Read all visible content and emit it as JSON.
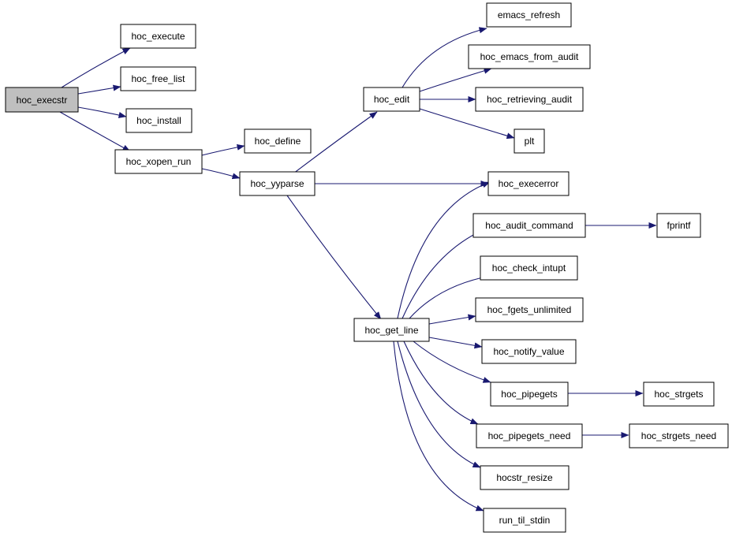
{
  "graph": {
    "edge_color": "#191970",
    "root": "hoc_execstr",
    "nodes": {
      "hoc_execstr": "hoc_execstr",
      "hoc_execute": "hoc_execute",
      "hoc_free_list": "hoc_free_list",
      "hoc_install": "hoc_install",
      "hoc_xopen_run": "hoc_xopen_run",
      "hoc_define": "hoc_define",
      "hoc_yyparse": "hoc_yyparse",
      "hoc_edit": "hoc_edit",
      "emacs_refresh": "emacs_refresh",
      "hoc_emacs_from_audit": "hoc_emacs_from_audit",
      "hoc_retrieving_audit": "hoc_retrieving_audit",
      "plt": "plt",
      "hoc_execerror": "hoc_execerror",
      "hoc_audit_command": "hoc_audit_command",
      "fprintf": "fprintf",
      "hoc_check_intupt": "hoc_check_intupt",
      "hoc_get_line": "hoc_get_line",
      "hoc_fgets_unlimited": "hoc_fgets_unlimited",
      "hoc_notify_value": "hoc_notify_value",
      "hoc_pipegets": "hoc_pipegets",
      "hoc_strgets": "hoc_strgets",
      "hoc_pipegets_need": "hoc_pipegets_need",
      "hoc_strgets_need": "hoc_strgets_need",
      "hocstr_resize": "hocstr_resize",
      "run_til_stdin": "run_til_stdin"
    },
    "edges": [
      [
        "hoc_execstr",
        "hoc_execute"
      ],
      [
        "hoc_execstr",
        "hoc_free_list"
      ],
      [
        "hoc_execstr",
        "hoc_install"
      ],
      [
        "hoc_execstr",
        "hoc_xopen_run"
      ],
      [
        "hoc_xopen_run",
        "hoc_define"
      ],
      [
        "hoc_xopen_run",
        "hoc_yyparse"
      ],
      [
        "hoc_yyparse",
        "hoc_edit"
      ],
      [
        "hoc_yyparse",
        "hoc_execerror"
      ],
      [
        "hoc_yyparse",
        "hoc_get_line"
      ],
      [
        "hoc_edit",
        "emacs_refresh"
      ],
      [
        "hoc_edit",
        "hoc_emacs_from_audit"
      ],
      [
        "hoc_edit",
        "hoc_retrieving_audit"
      ],
      [
        "hoc_edit",
        "plt"
      ],
      [
        "hoc_get_line",
        "hoc_execerror"
      ],
      [
        "hoc_get_line",
        "hoc_audit_command"
      ],
      [
        "hoc_get_line",
        "hoc_check_intupt"
      ],
      [
        "hoc_get_line",
        "hoc_fgets_unlimited"
      ],
      [
        "hoc_get_line",
        "hoc_notify_value"
      ],
      [
        "hoc_get_line",
        "hoc_pipegets"
      ],
      [
        "hoc_get_line",
        "hoc_pipegets_need"
      ],
      [
        "hoc_get_line",
        "hocstr_resize"
      ],
      [
        "hoc_get_line",
        "run_til_stdin"
      ],
      [
        "hoc_audit_command",
        "fprintf"
      ],
      [
        "hoc_pipegets",
        "hoc_strgets"
      ],
      [
        "hoc_pipegets_need",
        "hoc_strgets_need"
      ]
    ]
  }
}
